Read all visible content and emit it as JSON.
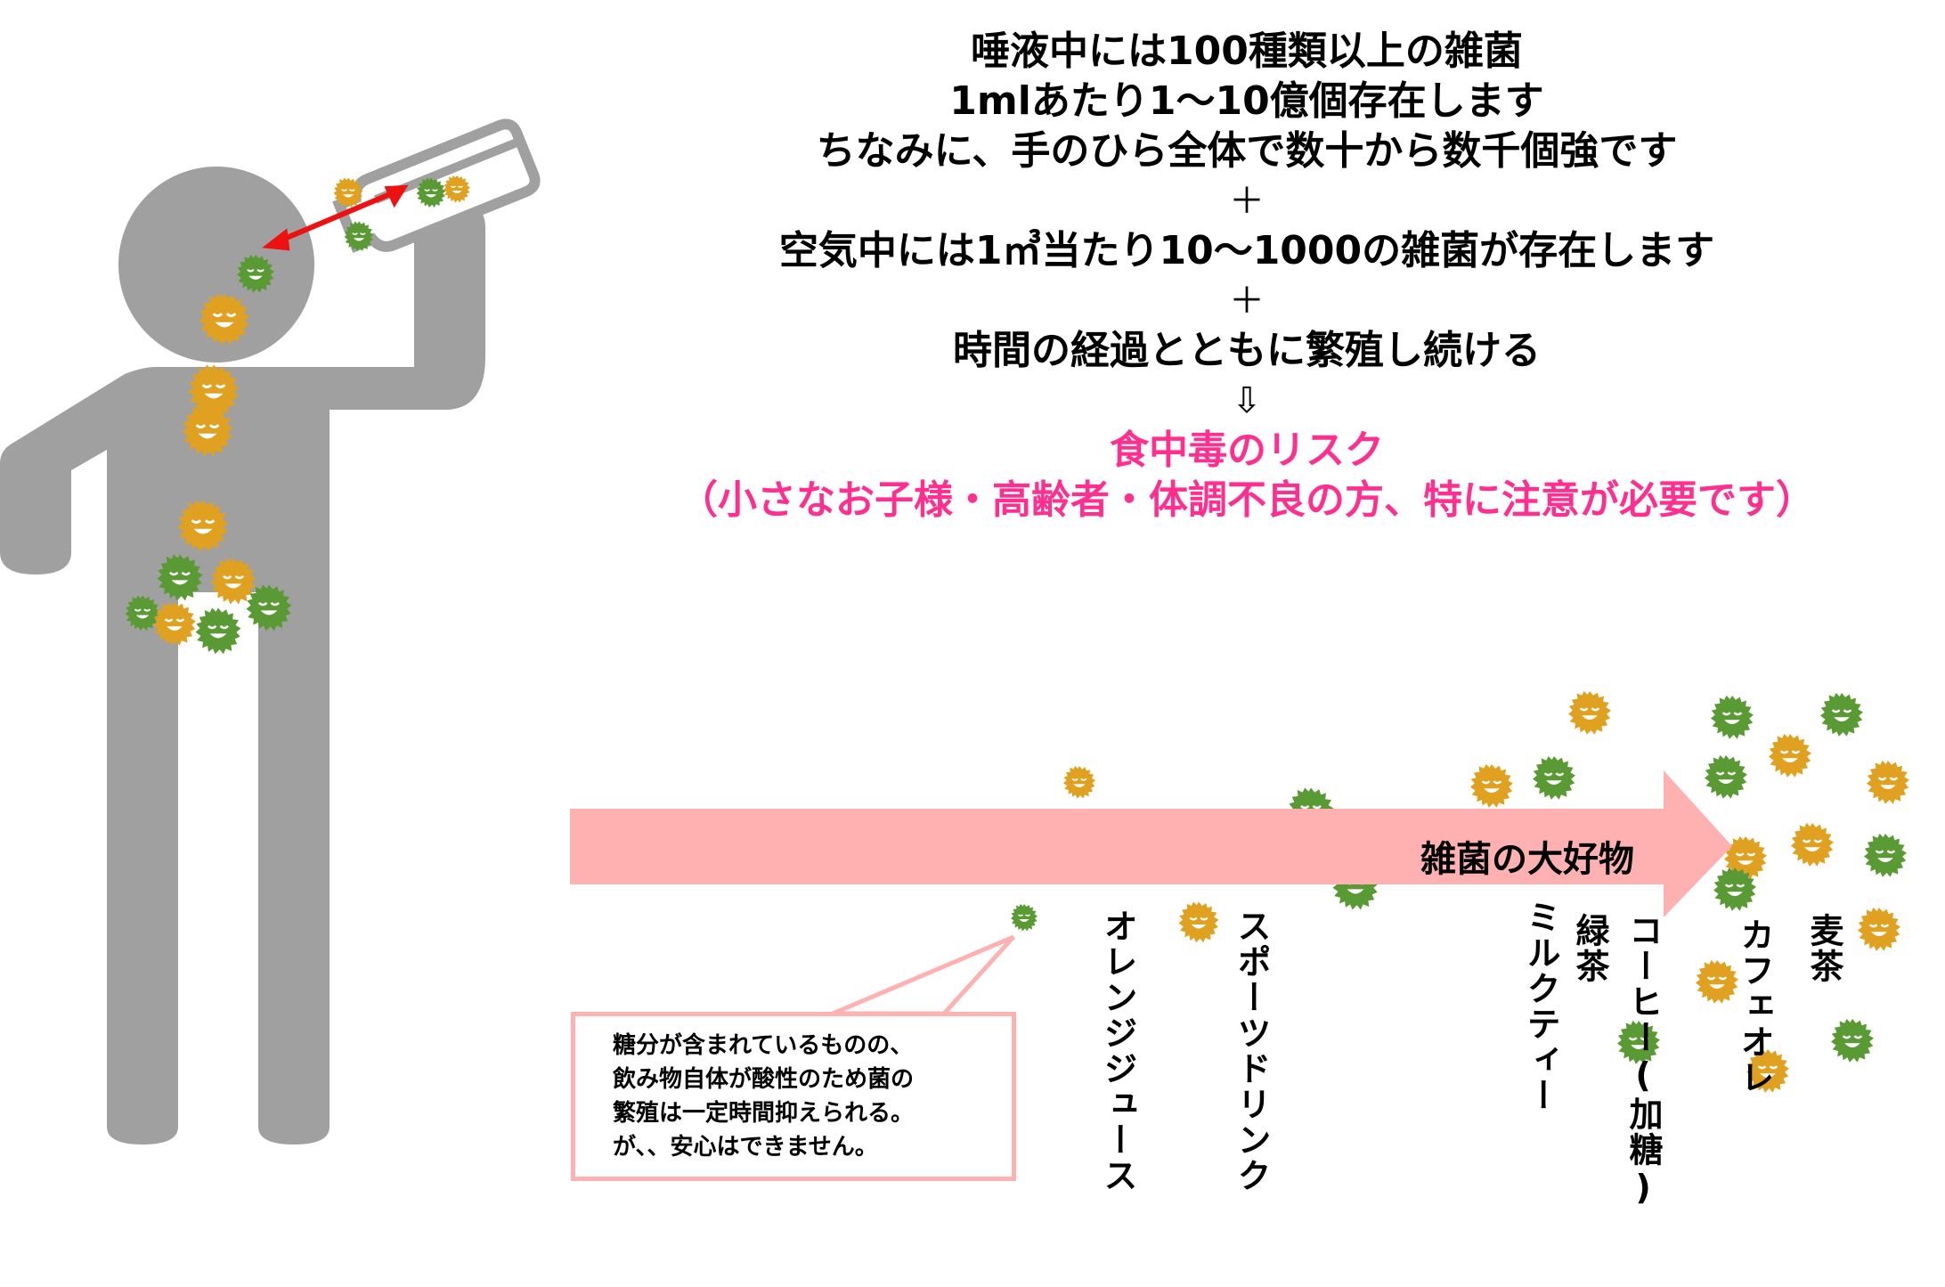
{
  "headline": {
    "lines": [
      "唾液中には100種類以上の雑菌",
      "1mlあたり1～10億個存在します",
      "ちなみに、手のひら全体で数十から数千個強です",
      "＋",
      "空気中には1㎥当たり10～1000の雑菌が存在します",
      "＋",
      "時間の経過とともに繁殖し続ける"
    ],
    "down_arrow": "⇩",
    "risk_title": "食中毒のリスク",
    "risk_note": "（小さなお子様・高齢者・体調不良の方、特に注意が必要です）"
  },
  "arrow": {
    "label": "雑菌の大好物"
  },
  "drinks": [
    "オレンジジュース",
    "スポーツドリンク",
    "ミルクティー",
    "緑茶",
    "コーヒー(加糖)",
    "カフェオレ",
    "麦茶"
  ],
  "callout": {
    "text": "糖分が含まれているものの、\n飲み物自体が酸性のため菌の\n繁殖は一定時間抑えられる。\nが、、安心はできません。"
  },
  "colors": {
    "figure_gray": "#a0a0a0",
    "arrow_pink": "#ffb0b0",
    "risk_pink": "#ff2f8f",
    "germ_green": "#5a9a34",
    "germ_yellow": "#e0a020",
    "drink_arrow_red": "#ee1111"
  }
}
